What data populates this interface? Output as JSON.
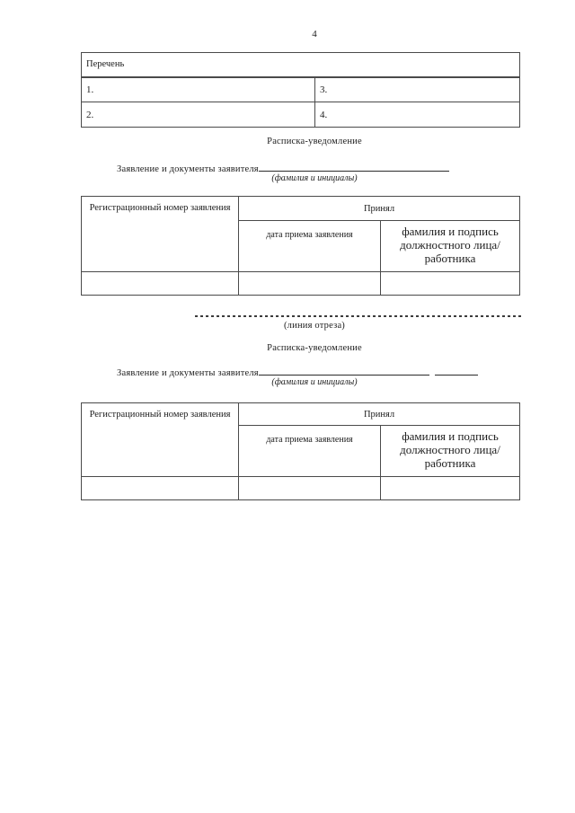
{
  "page": {
    "number": "4"
  },
  "colors": {
    "background": "#ffffff",
    "text": "#1d1d1d",
    "table_border": "#4a4a4a"
  },
  "perechen": {
    "header": "Перечень",
    "rows": [
      [
        "1.",
        "3."
      ],
      [
        "2.",
        "4."
      ]
    ]
  },
  "cut_line": {
    "label": "(линия отреза)"
  },
  "sections": [
    {
      "title": "Расписка-уведомление",
      "form_label": "Заявление и документы заявителя",
      "form_hint": "(фамилия и инициалы)",
      "table": {
        "reg_col": "Регистрационный номер заявления",
        "accepted_header": "Принял",
        "date_col": "дата приема заявления",
        "sign_col": "фамилия и подпись должностного лица/работника"
      }
    },
    {
      "title": "Расписка-уведомление",
      "form_label": "Заявление и документы заявителя",
      "form_hint": "(фамилия и инициалы)",
      "table": {
        "reg_col": "Регистрационный номер заявления",
        "accepted_header": "Принял",
        "date_col": "дата приема заявления",
        "sign_col": "фамилия и подпись должностного лица/работника"
      }
    }
  ]
}
